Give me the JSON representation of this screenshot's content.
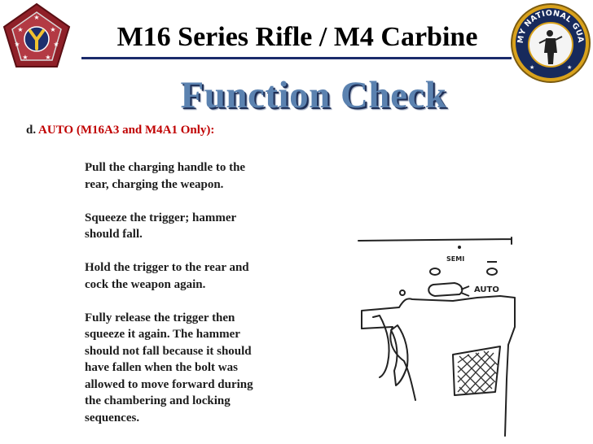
{
  "header": {
    "title": "M16 Series Rifle / M4 Carbine",
    "subtitle": "Function Check"
  },
  "logos": {
    "left": {
      "icon": "pentagon-y-emblem-icon"
    },
    "right": {
      "icon": "army-national-guard-seal-icon",
      "text": "ARMY NATIONAL GUARD"
    }
  },
  "step": {
    "letter": "d.",
    "mode": "AUTO (M16A3 and M4A1 Only):"
  },
  "instructions": [
    [
      "Pull the charging handle to the",
      "rear, charging the weapon."
    ],
    [
      "Squeeze the trigger; hammer",
      "should fall."
    ],
    [
      " Hold the trigger to the rear and",
      "cock the weapon again."
    ],
    [
      " Fully release the trigger then",
      "squeeze it again.  The hammer",
      "should not fall because it should",
      "have fallen when the bolt was",
      "allowed to move forward during",
      "the chambering and locking",
      "sequences."
    ]
  ],
  "diagram": {
    "safe_label": "SEMI",
    "auto_label": "AUTO"
  },
  "colors": {
    "mode_text": "#c00000",
    "subtitle": "#5b82b0",
    "rule": "#1a2a6b"
  }
}
